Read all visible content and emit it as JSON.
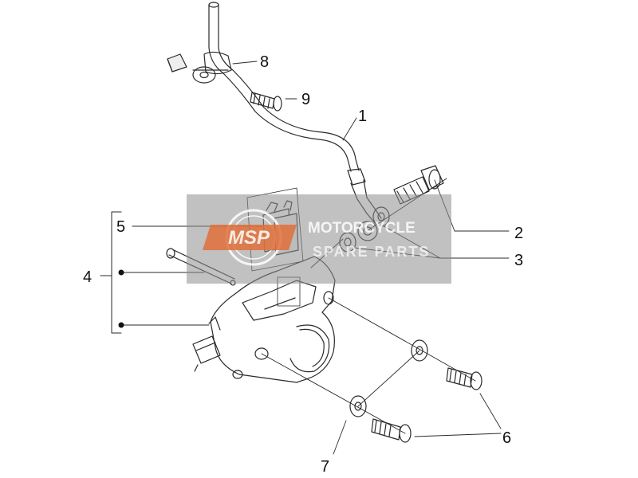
{
  "diagram": {
    "callouts": [
      "1",
      "2",
      "3",
      "4",
      "5",
      "6",
      "7",
      "8",
      "9"
    ]
  },
  "watermark": {
    "badge": "MSP",
    "line1": "MOTORCYCLE",
    "line2": "SPARE PARTS"
  },
  "colors": {
    "line": "#2a2a2a",
    "watermark_box": "#8e8e8e",
    "watermark_badge": "#e0703a"
  }
}
